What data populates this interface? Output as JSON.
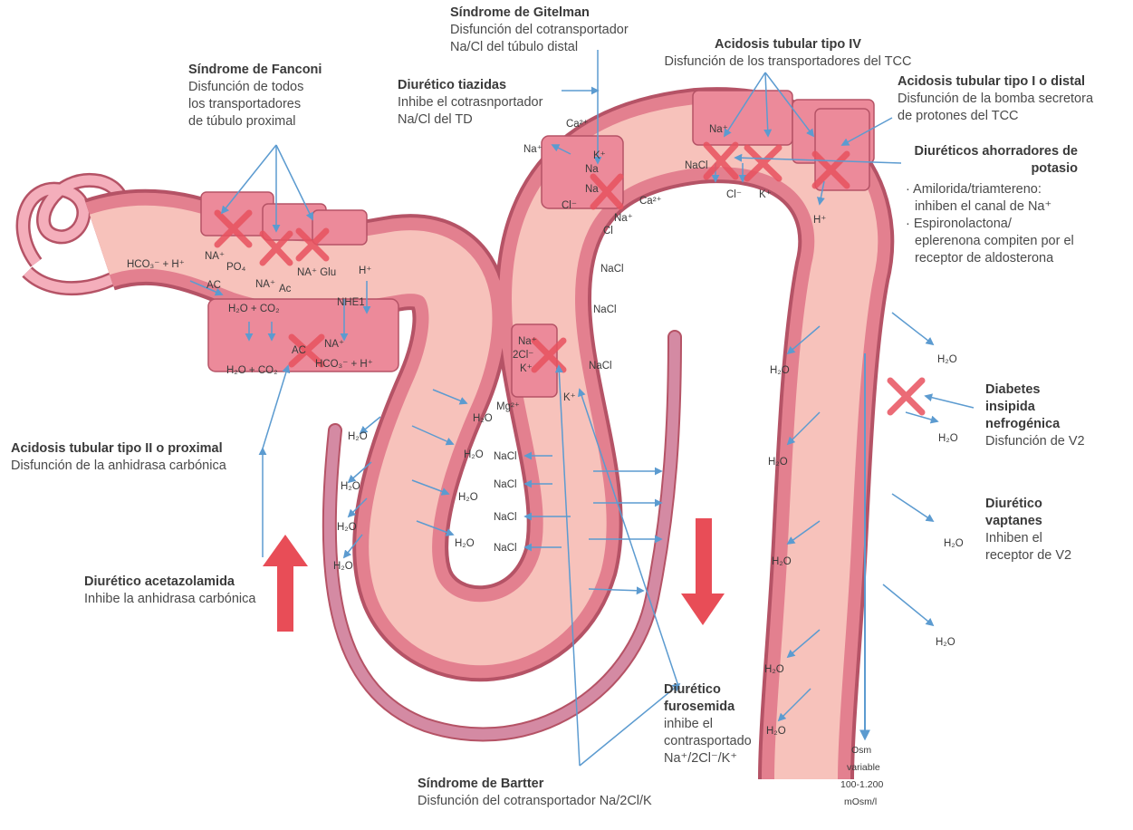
{
  "annotations": {
    "fanconi": {
      "title": "Síndrome de Fanconi",
      "lines": [
        "Disfunción de todos",
        "los transportadores",
        "de túbulo proximal"
      ]
    },
    "gitelman": {
      "title": "Síndrome de Gitelman",
      "lines": [
        "Disfunción del cotransportador",
        "Na/Cl del túbulo distal"
      ]
    },
    "tiazidas": {
      "title": "Diurético tiazidas",
      "lines": [
        "Inhibe el cotrasnportador",
        "Na/Cl del TD"
      ]
    },
    "atr4": {
      "title": "Acidosis tubular tipo IV",
      "lines": [
        "Disfunción de los transportadores del TCC"
      ]
    },
    "atr1": {
      "title": "Acidosis tubular tipo I o distal",
      "lines": [
        "Disfunción de la bomba secretora",
        "de protones del TCC"
      ]
    },
    "ahorradores": {
      "title": "Diuréticos ahorradores de potasio",
      "bullets": [
        "· Amilorida/triamtereno: inhiben el canal de Na⁺",
        "· Espironolactona/ eplerenona compiten por el receptor de aldosterona"
      ]
    },
    "atr2": {
      "title": "Acidosis tubular tipo II o proximal",
      "lines": [
        "Disfunción de la anhidrasa carbónica"
      ]
    },
    "acetazolamida": {
      "title": "Diurético acetazolamida",
      "lines": [
        "Inhibe la anhidrasa carbónica"
      ]
    },
    "diabetes": {
      "title": "Diabetes insipida nefrogénica",
      "lines": [
        "Disfunción de V2"
      ]
    },
    "vaptanes": {
      "title": "Diurético vaptanes",
      "lines": [
        "Inhiben el receptor de V2"
      ]
    },
    "furosemida": {
      "title": "Diurético furosemida",
      "lines": [
        "inhibe el contrasportado",
        "Na⁺/2Cl⁻/K⁺"
      ]
    },
    "bartter": {
      "title": "Síndrome de Bartter",
      "lines": [
        "Disfunción del cotransportador Na/2Cl/K"
      ]
    }
  },
  "labels": {
    "proximal": [
      "NA⁺",
      "PO₄",
      "NA⁺",
      "Ac",
      "NA⁺ Glu",
      "H⁺",
      "HCO₃⁻ + H⁺",
      "AC",
      "H₂O + CO₂",
      "NHE1",
      "H₂O + CO₂",
      "AC",
      "NA⁺",
      "HCO₃⁻ + H⁺"
    ],
    "distal": [
      "Ca²⁺",
      "Na⁺",
      "K⁺",
      "Na",
      "Na",
      "Cl⁻",
      "Ca²⁺",
      "Na⁺",
      "Cl"
    ],
    "collecting": [
      "Na⁺",
      "NaCl",
      "Cl⁻",
      "K⁺",
      "H⁺"
    ],
    "ascending": [
      "NaCl",
      "NaCl",
      "NaCl",
      "Na⁺",
      "2Cl⁻",
      "K⁺",
      "Mg²⁺",
      "K⁺"
    ],
    "loop_nacl": [
      "NaCl",
      "NaCl",
      "NaCl",
      "NaCl"
    ],
    "water": "H₂O",
    "osm": [
      "Osm",
      "variable",
      "100-1.200",
      "mOsm/l"
    ]
  },
  "colors": {
    "tubule": "#f7c2bb",
    "wall": "#e3808f",
    "wall_dark": "#b55366",
    "cell": "#ec8a9a",
    "arrow": "#5c9bd0",
    "cross": "#e8525f",
    "big_arrow": "#e84d57",
    "vessel": "#d48aa3"
  }
}
